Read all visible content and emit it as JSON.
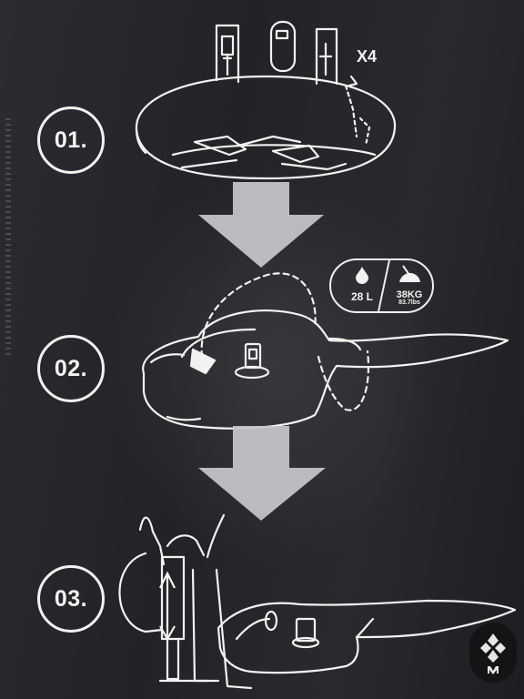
{
  "steps": [
    {
      "number": "01.",
      "annotation": "X4"
    },
    {
      "number": "02.",
      "water": "28 L",
      "weight": "38KG",
      "weight_imperial": "83.7lbs"
    },
    {
      "number": "03."
    }
  ],
  "icons": [
    "water-drop-icon",
    "shovel-sand-icon",
    "arrow-down-icon",
    "pump-arrow-icon",
    "brand-logo-icon"
  ],
  "colors": {
    "background": "#26262a",
    "line": "#f2f2f2",
    "arrow": "#c8c8cc"
  }
}
